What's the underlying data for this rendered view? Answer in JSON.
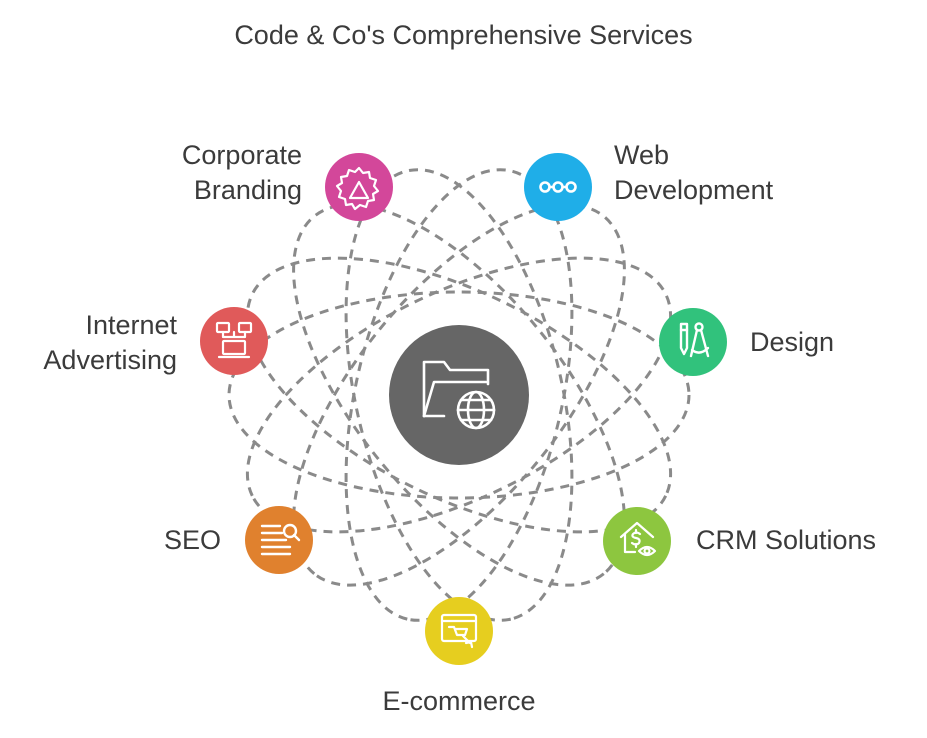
{
  "title": "Code & Co's Comprehensive Services",
  "hub": {
    "icon": "folder-globe-icon",
    "color": "#666666"
  },
  "services": [
    {
      "key": "corporate-branding",
      "line1": "Corporate",
      "line2": "Branding",
      "icon": "branding-badge-icon",
      "color": "#D3479A"
    },
    {
      "key": "web-development",
      "line1": "Web",
      "line2": "Development",
      "icon": "link-chain-icon",
      "color": "#1FAEE8"
    },
    {
      "key": "design",
      "line1": "Design",
      "line2": "",
      "icon": "pen-ruler-icon",
      "color": "#31C27C"
    },
    {
      "key": "crm-solutions",
      "line1": "CRM Solutions",
      "line2": "",
      "icon": "house-dollar-eye-icon",
      "color": "#8DC63F"
    },
    {
      "key": "e-commerce",
      "line1": "E-commerce",
      "line2": "",
      "icon": "online-shop-icon",
      "color": "#E6CE1F"
    },
    {
      "key": "seo",
      "line1": "SEO",
      "line2": "",
      "icon": "search-list-icon",
      "color": "#E0812E"
    },
    {
      "key": "internet-advertising",
      "line1": "Internet",
      "line2": "Advertising",
      "icon": "ad-network-icon",
      "color": "#E05A5A"
    }
  ]
}
